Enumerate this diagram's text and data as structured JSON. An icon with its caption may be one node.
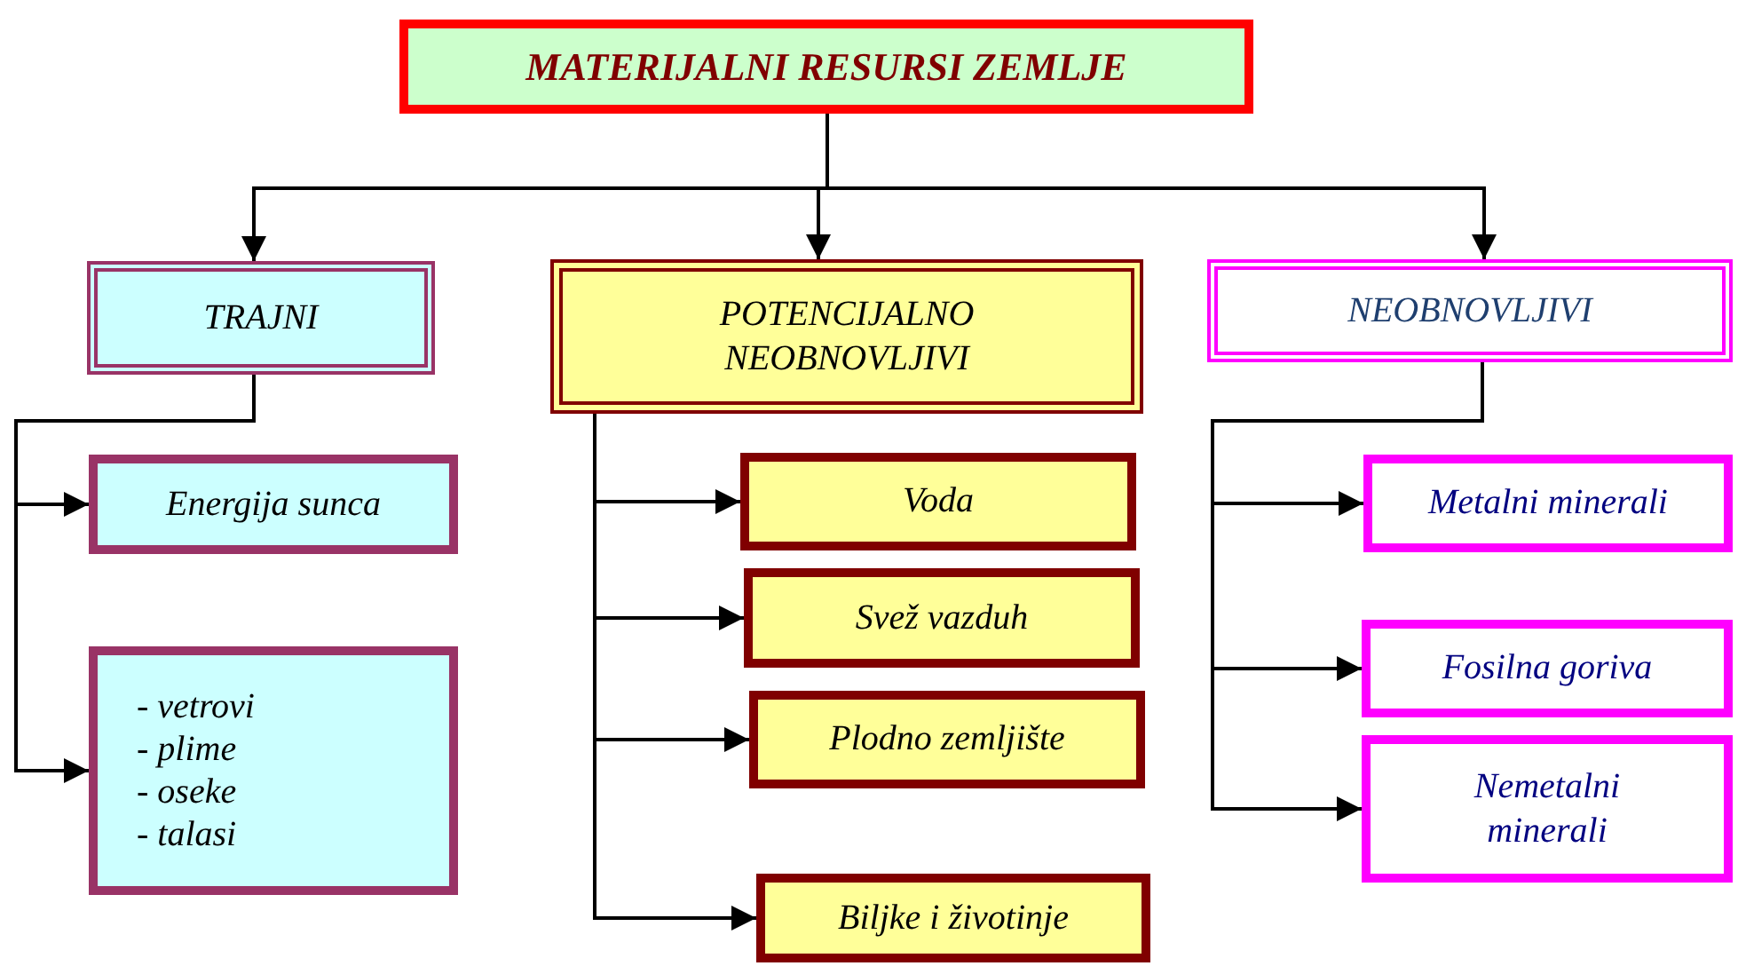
{
  "diagram": {
    "nodes": [
      {
        "text": [
          "MATERIJALNI RESURSI ZEMLJE"
        ]
      },
      {
        "text": [
          "TRAJNI"
        ]
      },
      {
        "text": [
          "POTENCIJALNO NEOBNOVLJIVI"
        ]
      },
      {
        "text": [
          "NEOBNOVLJIVI"
        ]
      },
      {
        "text": [
          "Energija sunca"
        ]
      },
      {
        "text": [
          "- vetrovi",
          "- plime",
          "- oseke",
          "- talasi"
        ]
      },
      {
        "text": [
          "Voda"
        ]
      },
      {
        "text": [
          "Svež vazduh"
        ]
      },
      {
        "text": [
          "Plodno zemljište"
        ]
      },
      {
        "text": [
          "Biljke i životinje"
        ]
      },
      {
        "text": [
          "Metalni minerali"
        ]
      },
      {
        "text": [
          "Fosilna goriva"
        ]
      },
      {
        "text": [
          "Nemetalni minerali"
        ]
      }
    ],
    "edges": [
      {
        "from": 0,
        "to": 1,
        "arrow": "to"
      },
      {
        "from": 0,
        "to": 2,
        "arrow": "to"
      },
      {
        "from": 0,
        "to": 3,
        "arrow": "to"
      },
      {
        "from": 1,
        "to": 4,
        "arrow": "to"
      },
      {
        "from": 1,
        "to": 5,
        "arrow": "to"
      },
      {
        "from": 2,
        "to": 6,
        "arrow": "to"
      },
      {
        "from": 2,
        "to": 7,
        "arrow": "to"
      },
      {
        "from": 2,
        "to": 8,
        "arrow": "to"
      },
      {
        "from": 2,
        "to": 9,
        "arrow": "to"
      },
      {
        "from": 3,
        "to": 10,
        "arrow": "to"
      },
      {
        "from": 3,
        "to": 11,
        "arrow": "to"
      },
      {
        "from": 3,
        "to": 12,
        "arrow": "to"
      }
    ]
  }
}
